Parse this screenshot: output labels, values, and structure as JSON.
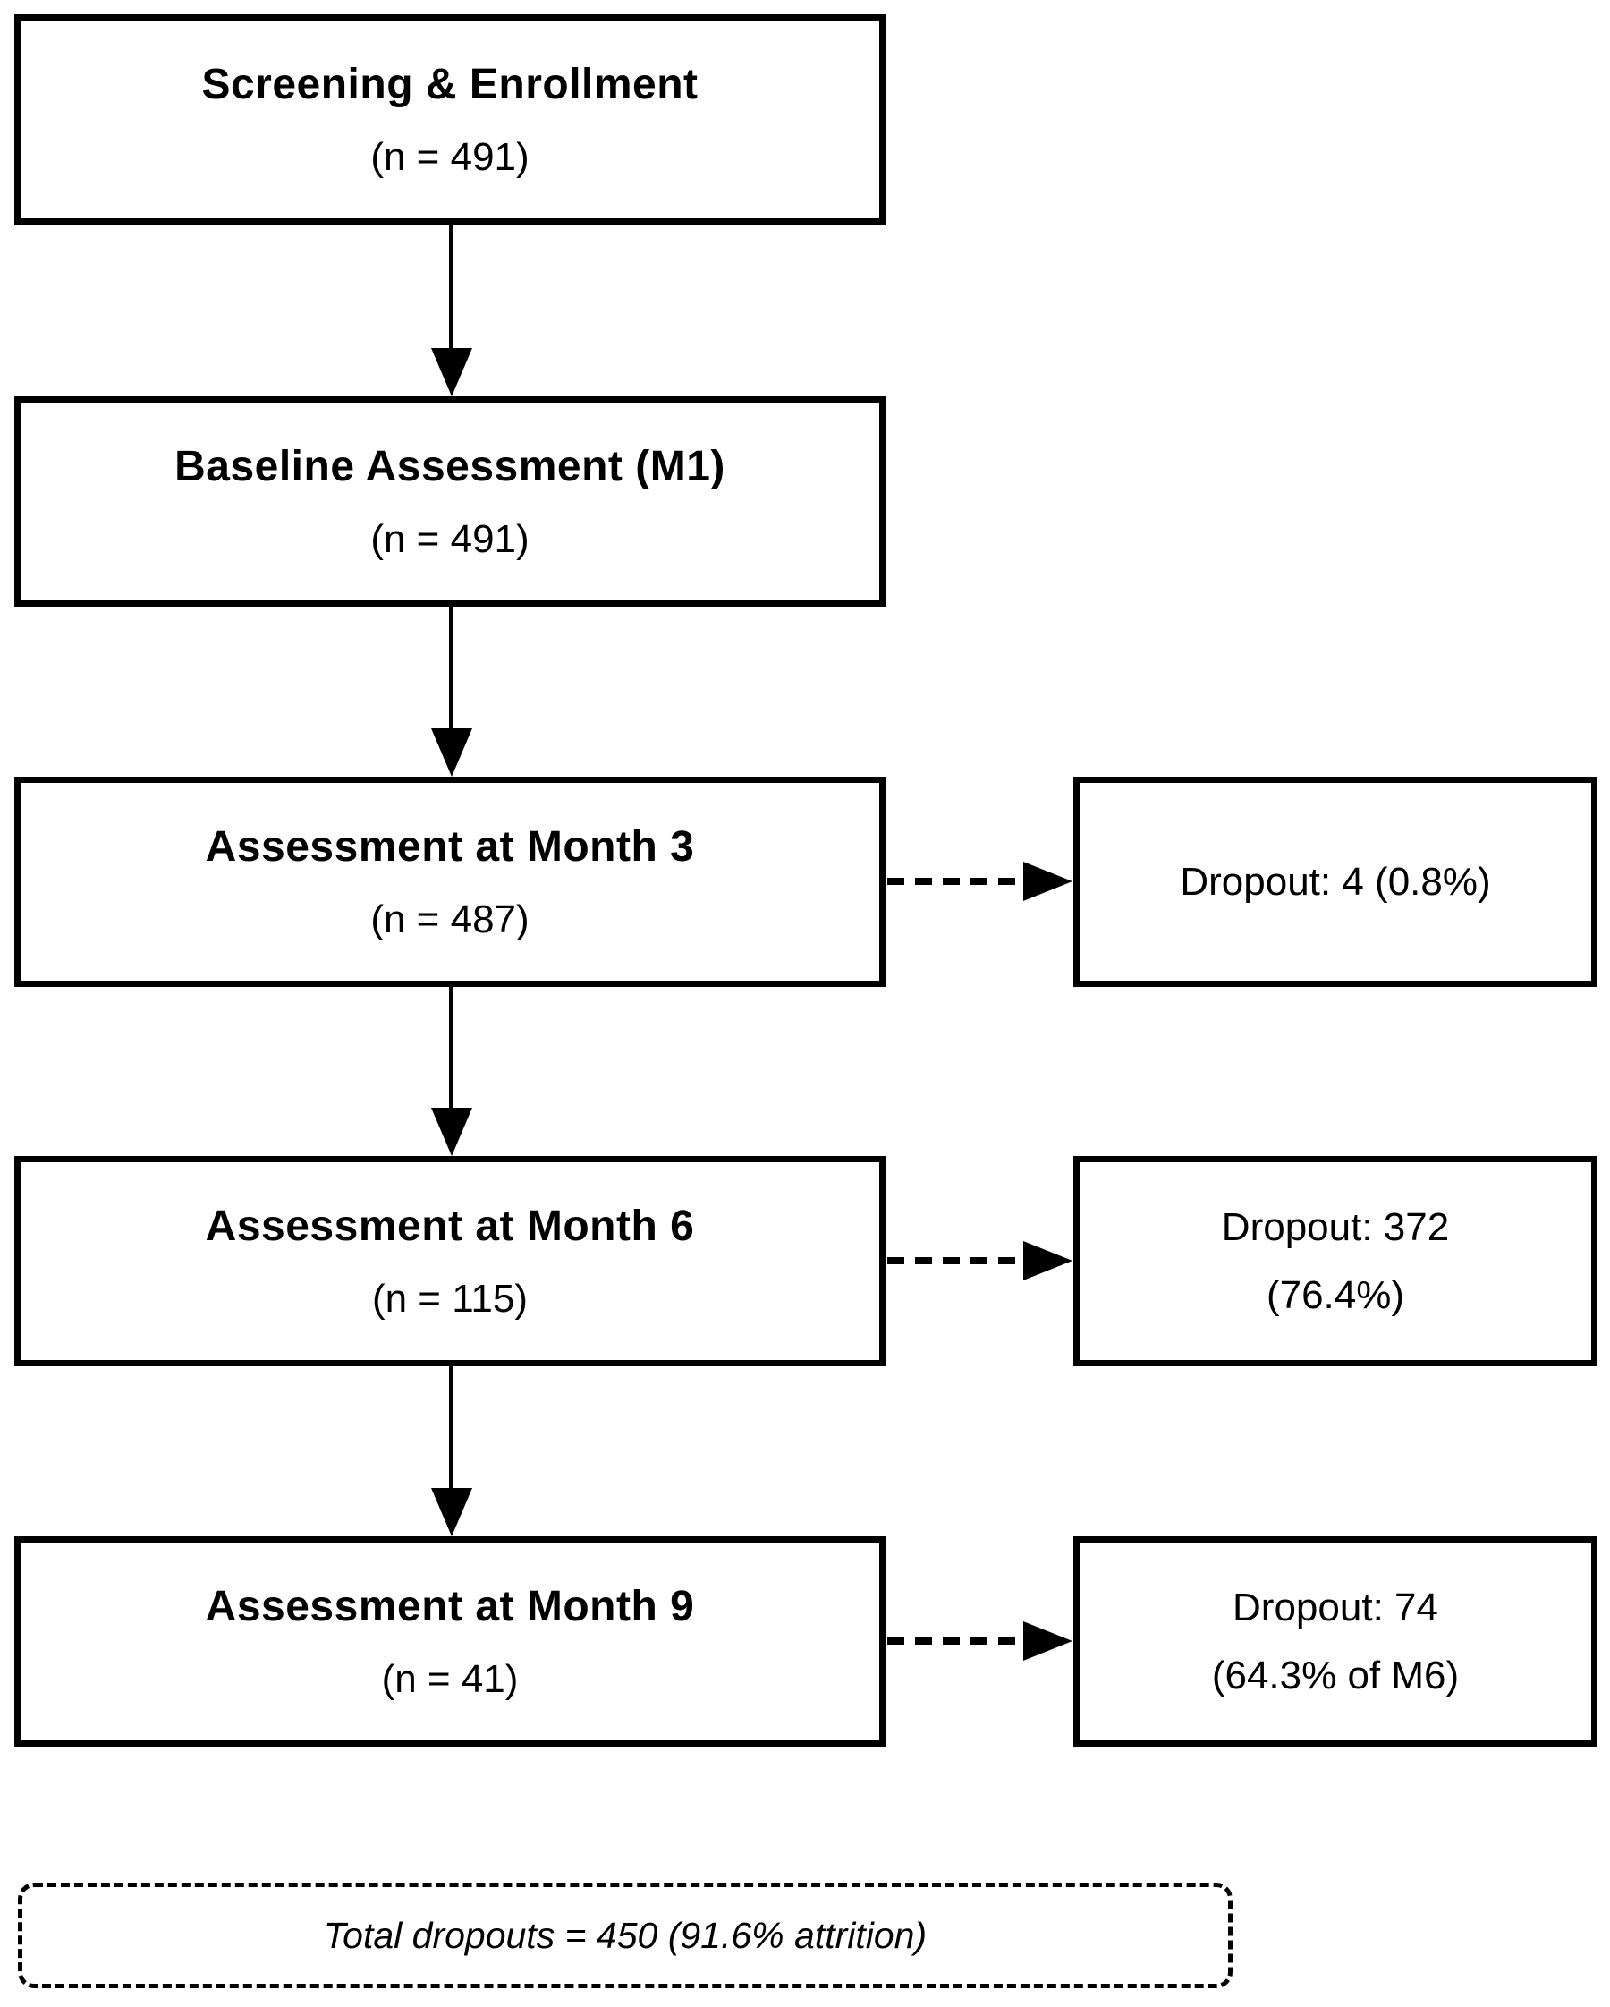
{
  "diagram": {
    "background_color": "#ffffff",
    "line_color": "#000000",
    "text_color": "#000000",
    "stages": [
      {
        "title": "Screening & Enrollment",
        "n_label": "(n = 491)"
      },
      {
        "title": "Baseline Assessment (M1)",
        "n_label": "(n = 491)"
      },
      {
        "title": "Assessment at Month 3",
        "n_label": "(n = 487)",
        "dropout_lines": [
          "Dropout: 4 (0.8%)"
        ]
      },
      {
        "title": "Assessment at Month 6",
        "n_label": "(n = 115)",
        "dropout_lines": [
          "Dropout: 372",
          "(76.4%)"
        ]
      },
      {
        "title": "Assessment at Month 9",
        "n_label": "(n = 41)",
        "dropout_lines": [
          "Dropout: 74",
          "(64.3% of M6)"
        ]
      }
    ],
    "total_note": "Total dropouts = 450 (91.6% attrition)"
  }
}
